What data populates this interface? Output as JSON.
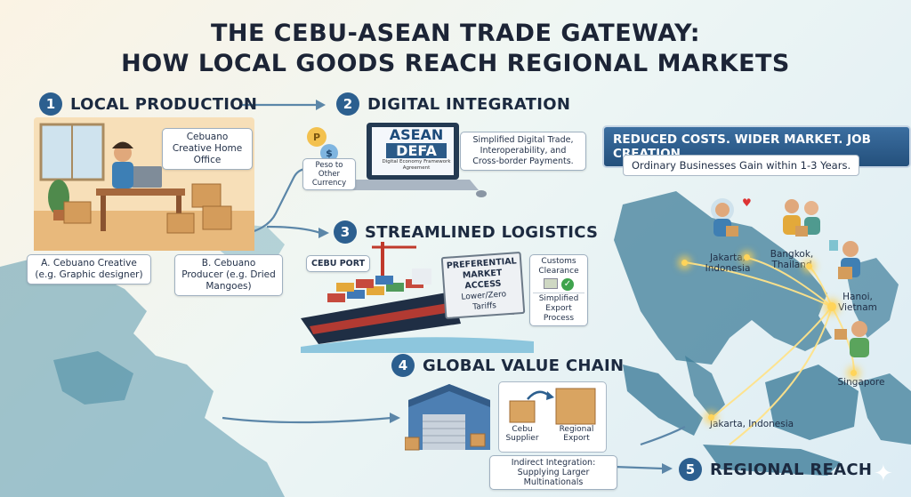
{
  "title_line1": "THE CEBU-ASEAN TRADE GATEWAY:",
  "title_line2": "HOW LOCAL GOODS REACH REGIONAL MARKETS",
  "steps": [
    {
      "num": "1",
      "label": "LOCAL PRODUCTION"
    },
    {
      "num": "2",
      "label": "DIGITAL INTEGRATION"
    },
    {
      "num": "3",
      "label": "STREAMLINED LOGISTICS"
    },
    {
      "num": "4",
      "label": "GLOBAL VALUE CHAIN"
    },
    {
      "num": "5",
      "label": "REGIONAL REACH"
    }
  ],
  "production": {
    "home_office": "Cebuano Creative Home Office",
    "creative": "A. Cebuano Creative (e.g. Graphic designer)",
    "producer": "B. Cebuano Producer (e.g. Dried Mangoes)"
  },
  "digital": {
    "currency": "Peso to Other Currency",
    "screen_line1": "ASEAN",
    "screen_line2": "DEFA",
    "screen_line3": "Digital Economy Framework Agreement",
    "benefits": "Simplified Digital Trade, Interoperability, and Cross-border Payments."
  },
  "benefits": {
    "banner": "REDUCED COSTS. WIDER MARKET. JOB CREATION.",
    "sub": "Ordinary Businesses Gain within 1-3 Years."
  },
  "logistics": {
    "port": "CEBU PORT",
    "sign_line1": "PREFERENTIAL",
    "sign_line2": "MARKET ACCESS",
    "sign_line3": "Lower/Zero",
    "sign_line4": "Tariffs",
    "customs": "Customs Clearance",
    "export": "Simplified Export Process"
  },
  "value_chain": {
    "supplier": "Cebu Supplier",
    "regional_export": "Regional Export",
    "integration": "Indirect Integration: Supplying Larger Multinationals"
  },
  "cities": {
    "jakarta_top": "Jakarta, Indonesia",
    "bangkok": "Bangkok, Thailand",
    "hanoi": "Hanoi, Vietnam",
    "singapore": "Singapore",
    "jakarta_map": "Jakarta, Indonesia"
  },
  "colors": {
    "accent": "#2c5f8f",
    "map": "#3f7d9a",
    "glow": "#ffd45a"
  }
}
